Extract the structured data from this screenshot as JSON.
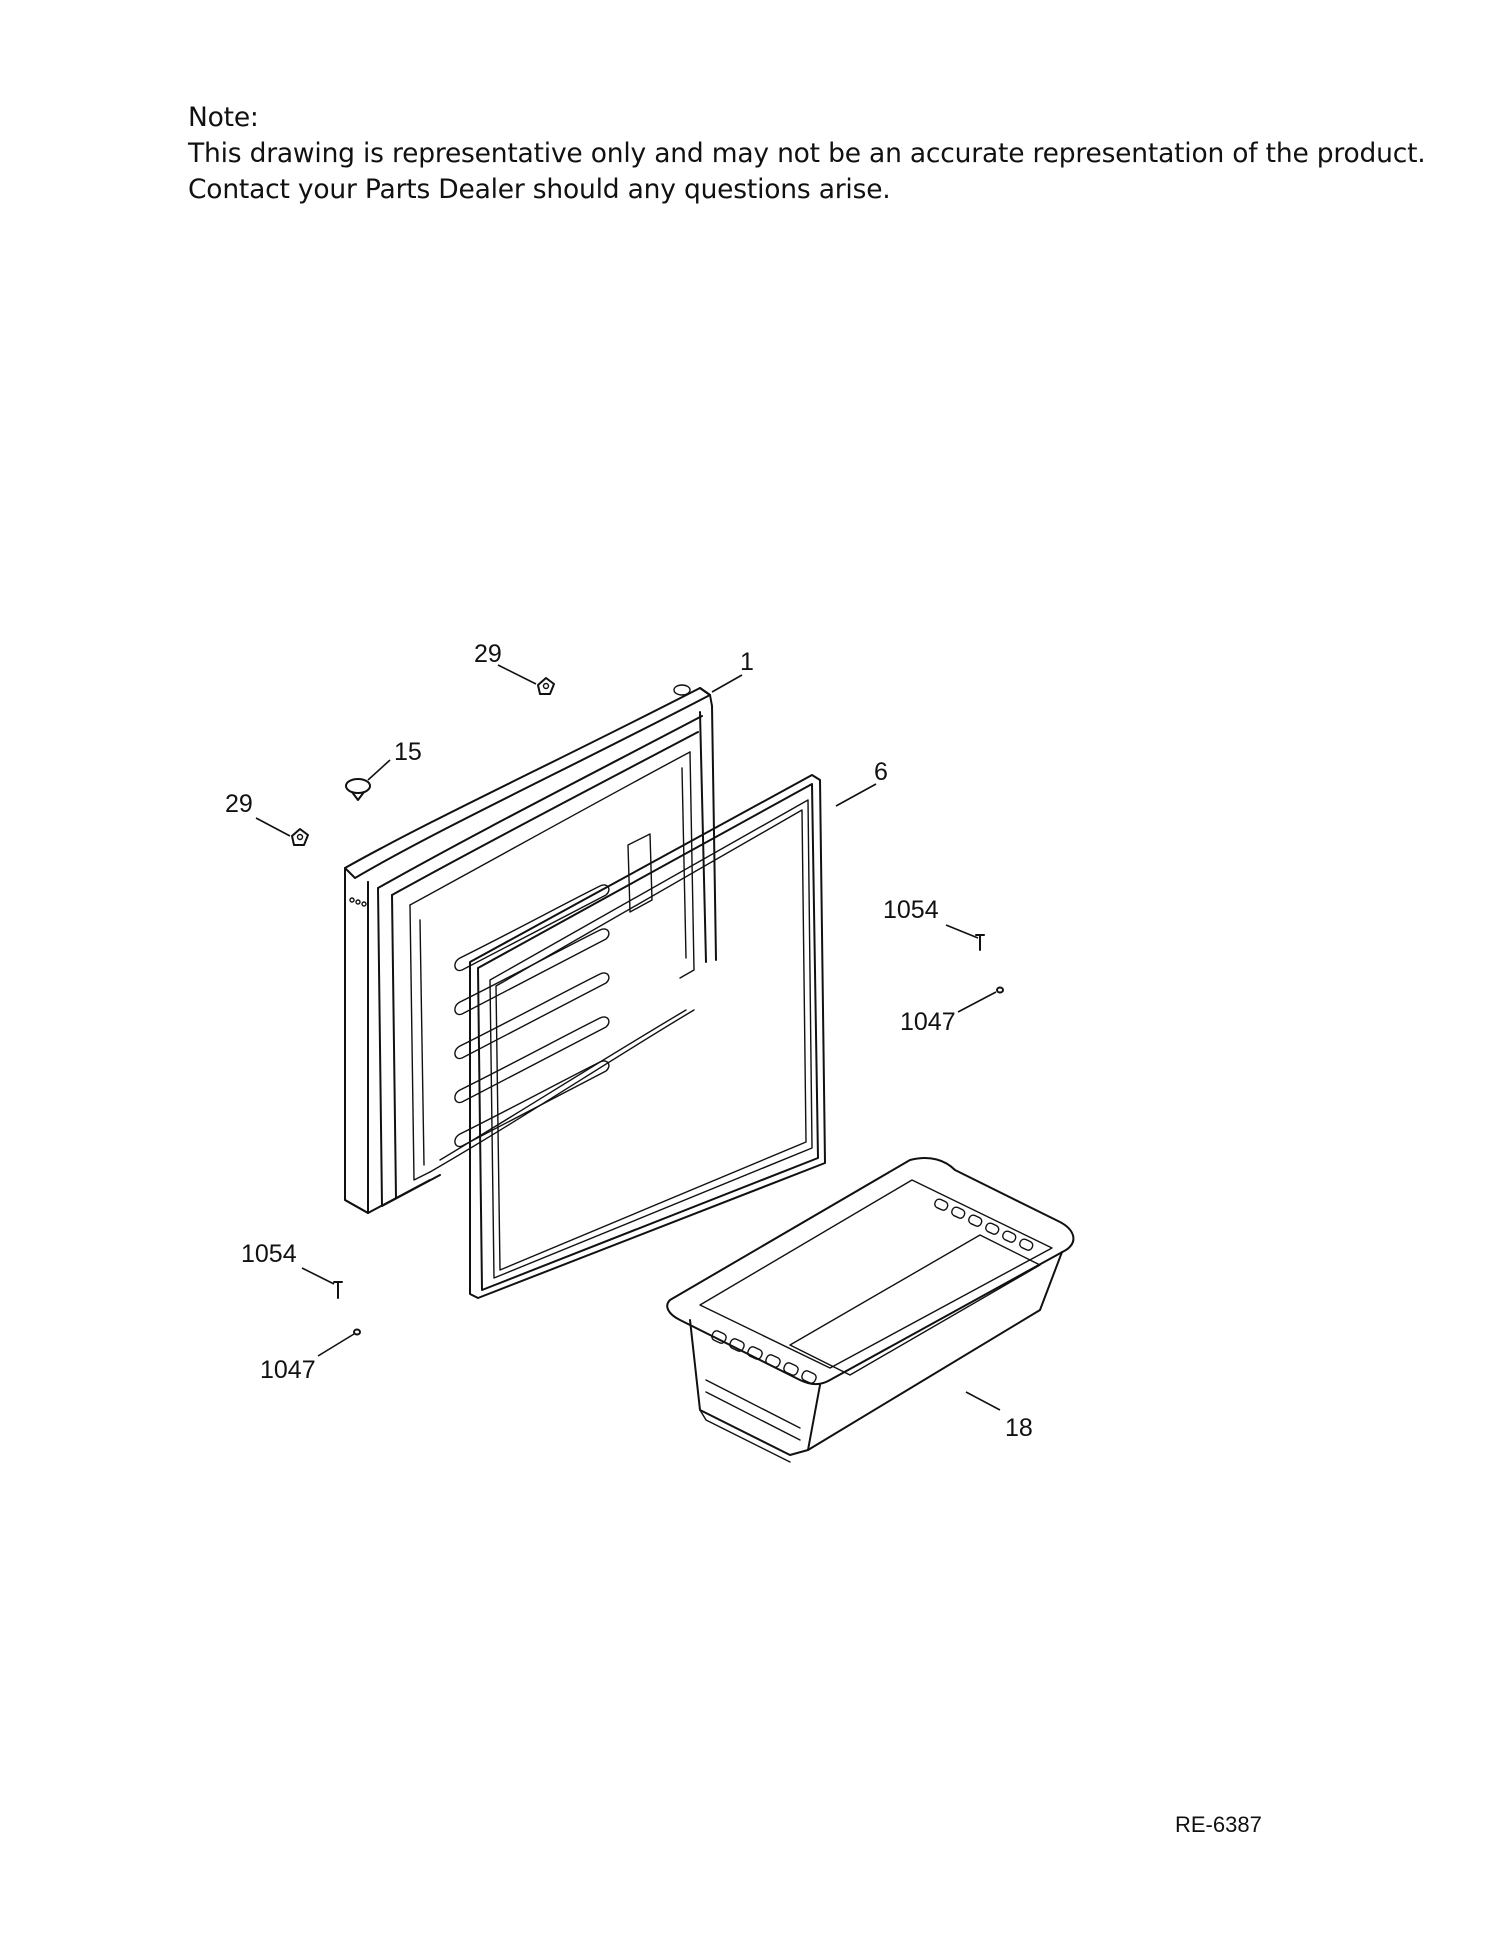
{
  "note": {
    "heading": "Note:",
    "line1": "This drawing is representative only and may not be an accurate representation of the product.",
    "line2": "Contact your Parts Dealer should any questions arise."
  },
  "callouts": {
    "door": "1",
    "gasket": "6",
    "hinge_top": "29",
    "hinge_left": "29",
    "cap": "15",
    "screw_right": "1054",
    "washer_right": "1047",
    "screw_left": "1054",
    "washer_left": "1047",
    "basket": "18"
  },
  "drawing_ref": "RE-6387"
}
